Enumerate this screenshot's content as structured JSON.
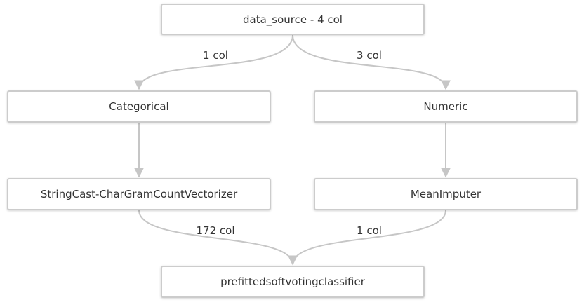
{
  "nodes": {
    "data_source": "data_source - 4 col",
    "categorical": "Categorical",
    "numeric": "Numeric",
    "stringcast": "StringCast-CharGramCountVectorizer",
    "meanimputer": "MeanImputer",
    "classifier": "prefittedsoftvotingclassifier"
  },
  "edges": {
    "source_to_categorical": "1 col",
    "source_to_numeric": "3 col",
    "stringcast_to_classifier": "172 col",
    "meanimputer_to_classifier": "1 col"
  },
  "colors": {
    "edge": "#c6c6c6",
    "node_border": "#cccccc",
    "text": "#333333"
  }
}
